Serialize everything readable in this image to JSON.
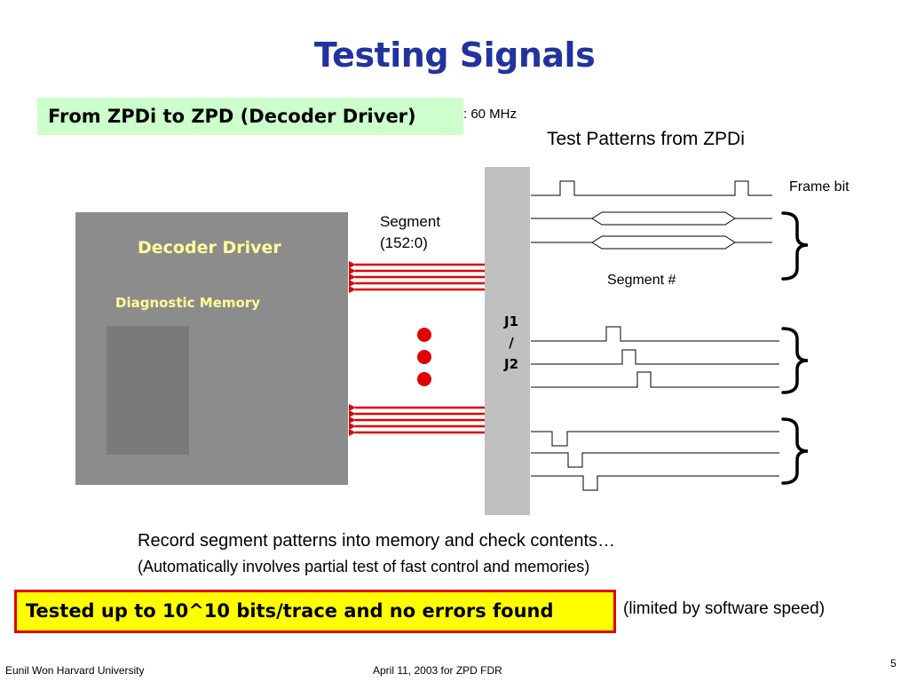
{
  "title": "Testing Signals",
  "from_box": "From ZPDi to ZPD (Decoder Driver)",
  "frequency": ": 60 MHz",
  "test_patterns_label": "Test Patterns from ZPDi",
  "frame_bit_label": "Frame bit",
  "segment_range_label": "Segment\n(152:0)",
  "segment_number_label": "Segment #",
  "decoder_driver_label": "Decoder Driver",
  "diagnostic_memory_label": "Diagnostic Memory",
  "connector_label": "J1\n/\nJ2",
  "record_text": "Record segment patterns into memory and check contents…",
  "auto_text": "(Automatically involves partial test of fast control and memories)",
  "result_text": "Tested up to 10^10 bits/trace and no errors found",
  "limited_text": "(limited by software speed)",
  "footer": {
    "author": "Eunil Won  Harvard University",
    "date": "April 11, 2003 for ZPD FDR",
    "page": "5"
  },
  "colors": {
    "title": "#2233a0",
    "from_box_bg": "#ccffcc",
    "decoder_bg": "#8c8c8c",
    "label_yellow": "#ffff99",
    "connector": "#c0c0c0",
    "arrow_red": "#e00000",
    "dot_red": "#e00000",
    "result_bg": "#ffff00",
    "result_border": "#e00000"
  }
}
